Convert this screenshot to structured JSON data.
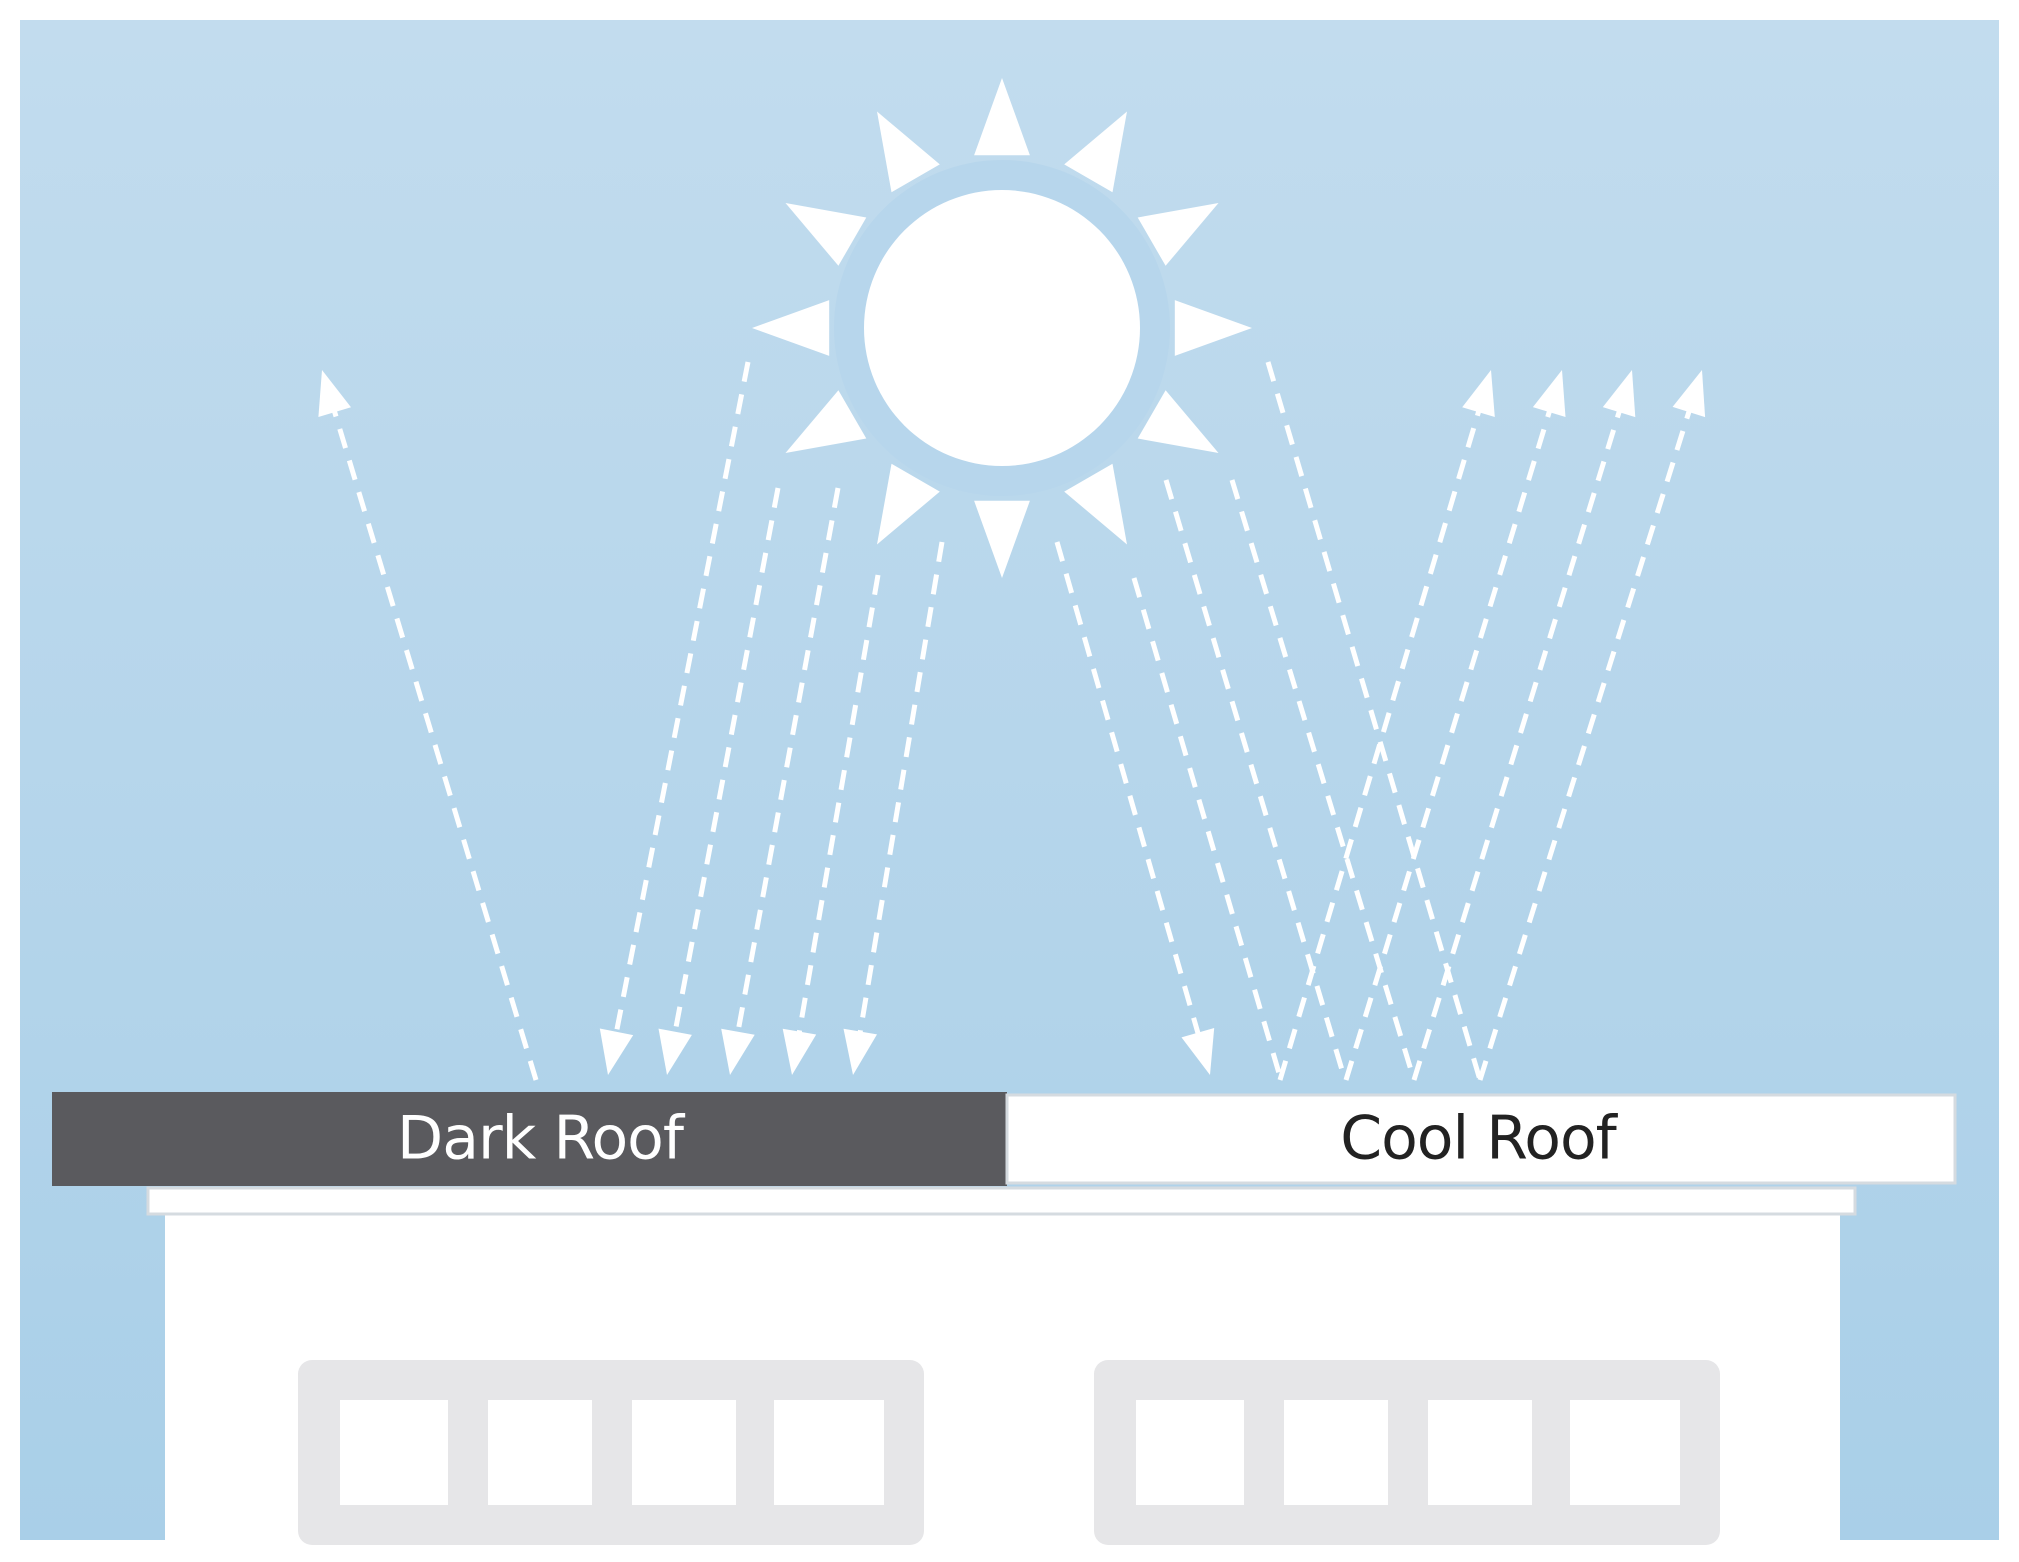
{
  "labels": {
    "dark_roof": "Dark Roof",
    "cool_roof": "Cool Roof"
  },
  "colors": {
    "sky_top": "#c2dcee",
    "sky_bottom": "#a9cfe8",
    "sun": "#ffffff",
    "sun_ring": "#b7d6ec",
    "dark_roof": "#5a5a5e",
    "dark_roof_text": "#ffffff",
    "cool_roof": "#ffffff",
    "cool_roof_text": "#222222",
    "building": "#ffffff",
    "window_frame": "#e6e6e8",
    "window_pane": "#ffffff",
    "ray": "#ffffff"
  },
  "icons": {
    "sun": "sun-icon",
    "ray": "dashed-arrow"
  }
}
